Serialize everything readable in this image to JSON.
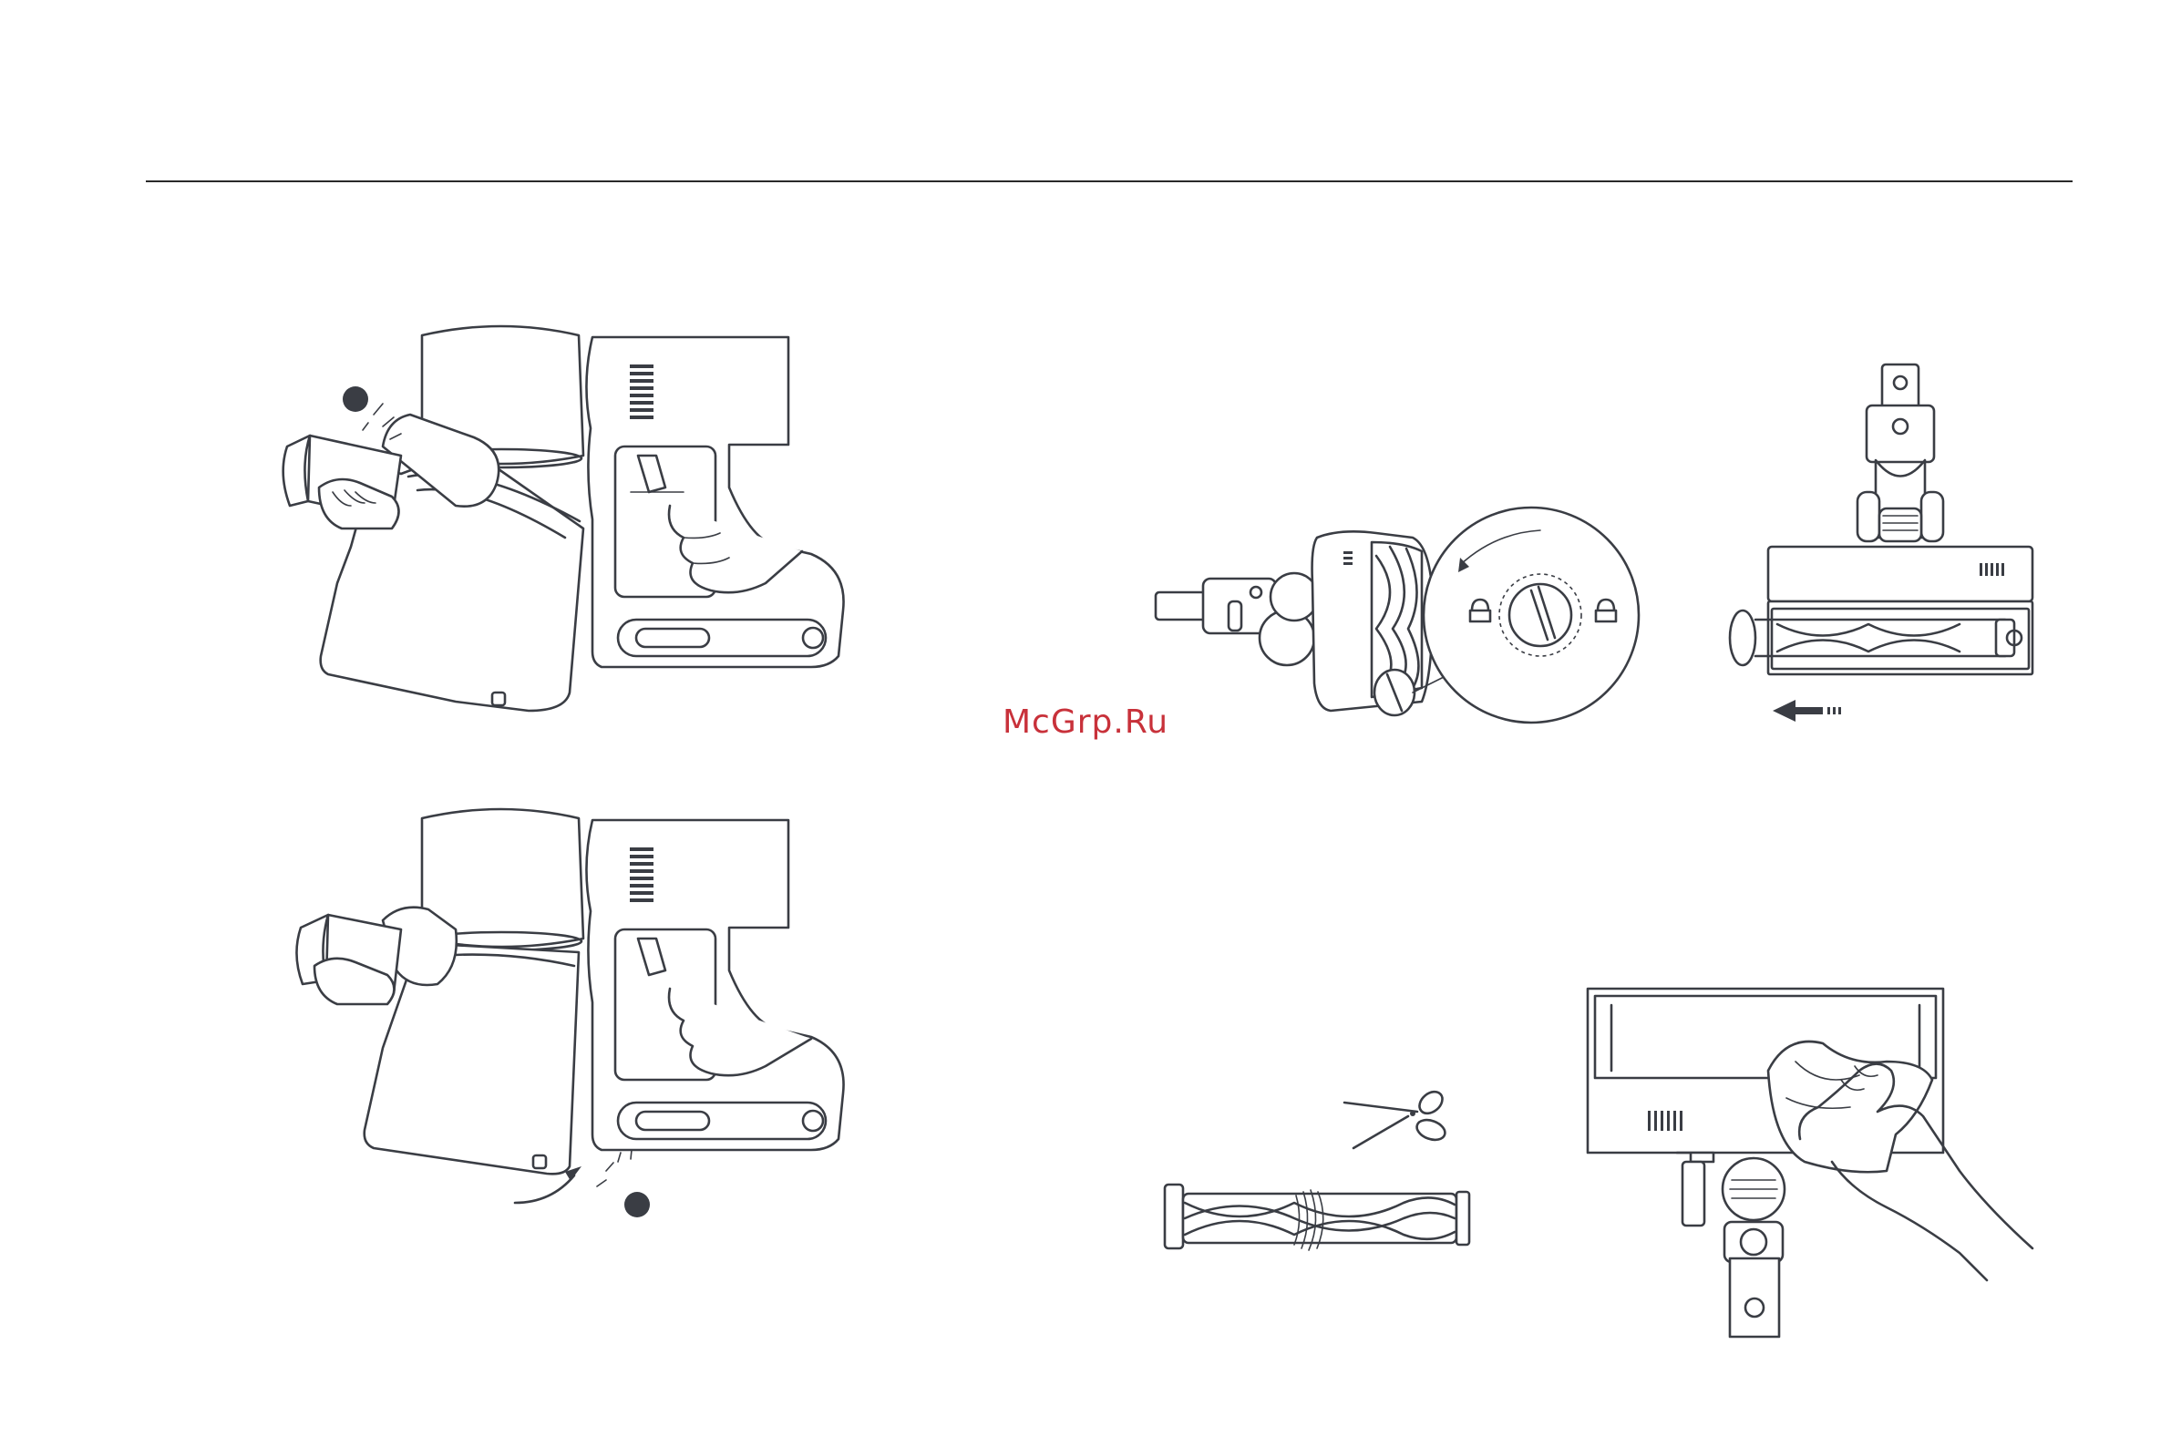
{
  "watermark": {
    "text": "McGrp.Ru",
    "color": "#c8313a"
  },
  "colors": {
    "line": "#3a3d44",
    "background": "#ffffff",
    "rule": "#2a2a2a"
  },
  "figures": [
    {
      "id": "dustbin-removal",
      "icon": "vacuum-dustbin-release-icon"
    },
    {
      "id": "dustbin-install",
      "icon": "vacuum-dustbin-attach-icon"
    },
    {
      "id": "brush-end-cap-unlock",
      "icon": "floor-brush-cap-unlock-icon"
    },
    {
      "id": "roller-slide-out",
      "icon": "roller-brush-removal-icon"
    },
    {
      "id": "cut-tangled-hair",
      "icon": "scissors-roller-icon"
    },
    {
      "id": "wipe-brush-head",
      "icon": "cloth-wipe-brush-head-icon"
    }
  ]
}
